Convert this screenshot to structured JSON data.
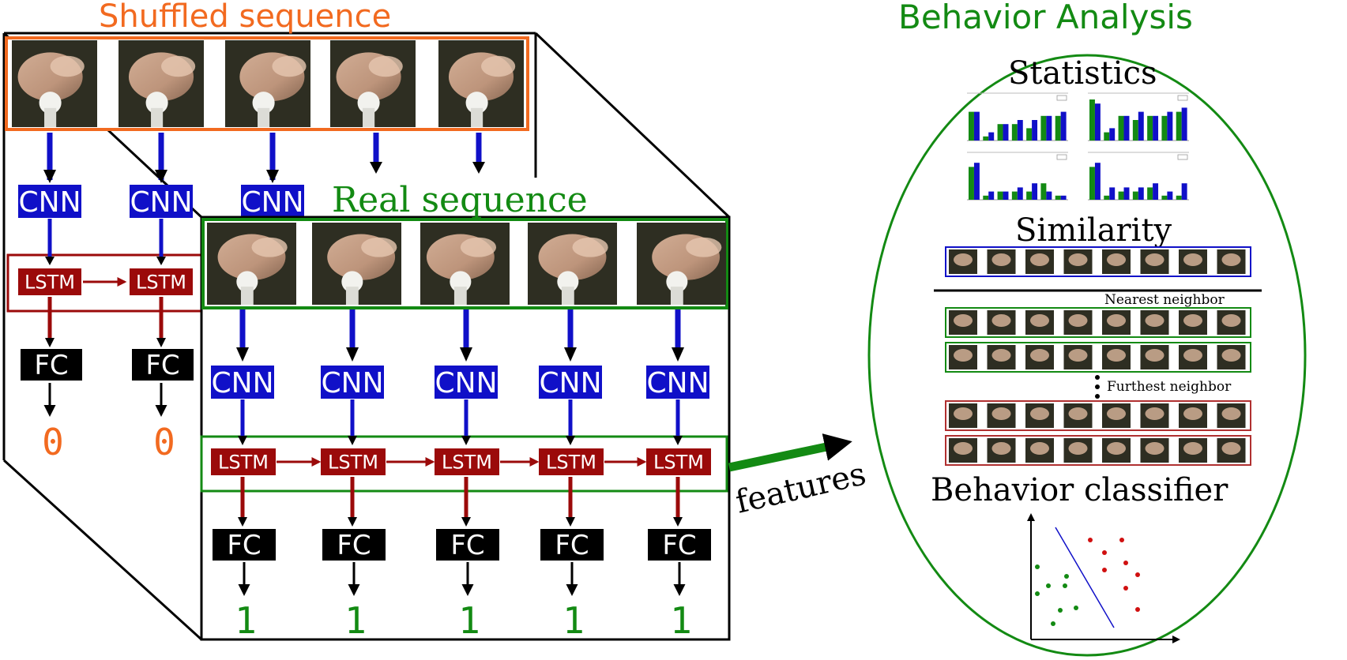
{
  "shuffled": {
    "title": "Shuffled sequence",
    "cnn": [
      "CNN",
      "CNN",
      "CNN"
    ],
    "lstm": [
      "LSTM",
      "LSTM"
    ],
    "fc": [
      "FC",
      "FC"
    ],
    "outputs": [
      "0",
      "0"
    ]
  },
  "real": {
    "title": "Real sequence",
    "cnn": [
      "CNN",
      "CNN",
      "CNN",
      "CNN",
      "CNN"
    ],
    "lstm": [
      "LSTM",
      "LSTM",
      "LSTM",
      "LSTM",
      "LSTM"
    ],
    "fc": [
      "FC",
      "FC",
      "FC",
      "FC",
      "FC"
    ],
    "outputs": [
      "1",
      "1",
      "1",
      "1",
      "1"
    ]
  },
  "features_label": "features",
  "analysis": {
    "title": "Behavior Analysis",
    "statistics": "Statistics",
    "similarity": "Similarity",
    "nearest": "Nearest neighbor",
    "furthest": "Furthest neighbor",
    "classifier": "Behavior classifier"
  },
  "colors": {
    "orange": "#f26a20",
    "green": "#138a13",
    "blue": "#1010c8",
    "darkred": "#9b0a0a",
    "black": "#000000",
    "frame_bg": "#2e2e22"
  },
  "stats_bars": [
    {
      "green": [
        7,
        1,
        4,
        4,
        3,
        6,
        6
      ],
      "blue": [
        7,
        2,
        4,
        5,
        5,
        6,
        7
      ]
    },
    {
      "green": [
        10,
        2,
        6,
        5,
        6,
        6,
        7
      ],
      "blue": [
        9,
        3,
        6,
        7,
        6,
        7,
        8
      ]
    },
    {
      "green": [
        8,
        1,
        2,
        2,
        2,
        4,
        1
      ],
      "blue": [
        9,
        2,
        2,
        3,
        4,
        2,
        1
      ]
    },
    {
      "green": [
        8,
        1,
        2,
        2,
        3,
        1,
        1
      ],
      "blue": [
        9,
        3,
        3,
        3,
        4,
        2,
        4
      ]
    }
  ]
}
